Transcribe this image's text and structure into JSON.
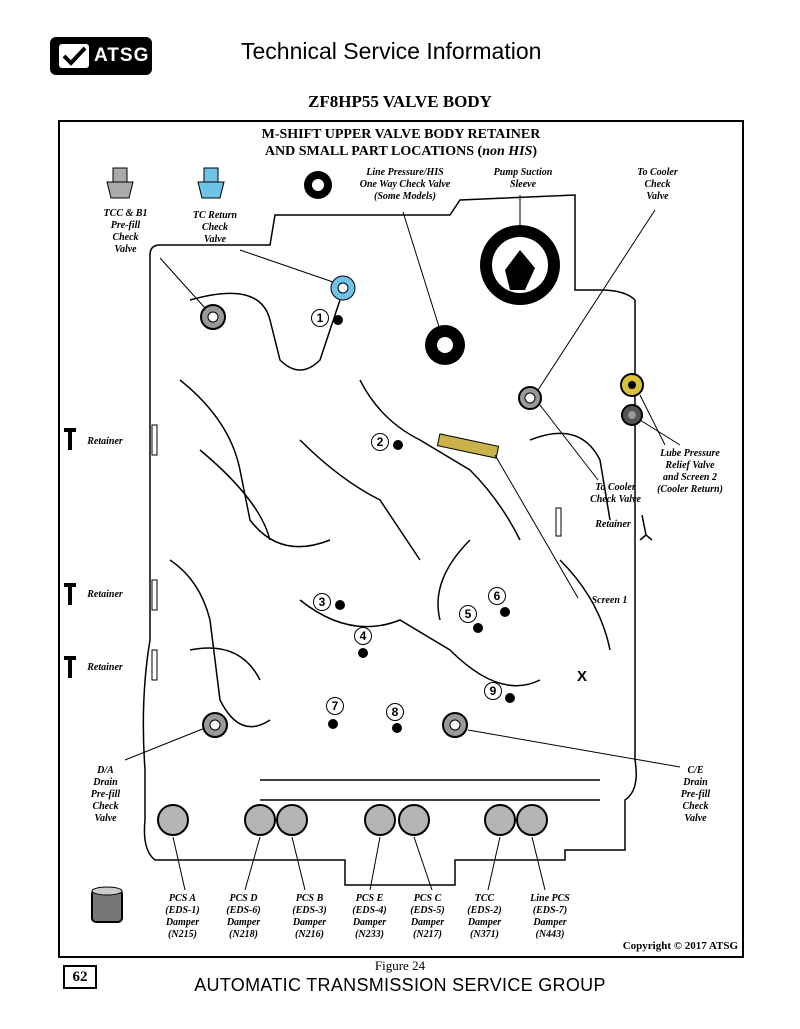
{
  "header": {
    "logo_text": "ATSG",
    "title": "Technical Service Information"
  },
  "document": {
    "title": "ZF8HP55 VALVE BODY"
  },
  "diagram": {
    "title_line1": "M-SHIFT UPPER VALVE BODY RETAINER",
    "title_line2_prefix": "AND SMALL PART LOCATIONS (",
    "title_line2_italic": "non HIS",
    "title_line2_suffix": ")",
    "labels": {
      "tcc_b1": "TCC & B1\nPre-fill\nCheck\nValve",
      "tc_return": "TC Return\nCheck\nValve",
      "line_pressure_his": "Line Pressure/HIS\nOne Way Check Valve\n(Some Models)",
      "pump_suction": "Pump Suction\nSleeve",
      "to_cooler_top": "To Cooler\nCheck\nValve",
      "lube_pressure": "Lube Pressure\nRelief Valve\nand Screen 2\n(Cooler Return)",
      "to_cooler_mid": "To Cooler\nCheck Valve",
      "retainer_right": "Retainer",
      "retainer_left_1": "Retainer",
      "retainer_left_2": "Retainer",
      "retainer_left_3": "Retainer",
      "screen_1": "Screen 1",
      "da_drain": "D/A\nDrain\nPre-fill\nCheck\nValve",
      "ce_check": "C/E\nDrain\nPre-fill\nCheck\nValve",
      "x_mark": "X"
    },
    "check_ball_numbers": [
      "1",
      "2",
      "3",
      "4",
      "5",
      "6",
      "7",
      "8",
      "9"
    ],
    "dampers": [
      "PCS A\n(EDS-1)\nDamper\n(N215)",
      "PCS D\n(EDS-6)\nDamper\n(N218)",
      "PCS B\n(EDS-3)\nDamper\n(N216)",
      "PCS E\n(EDS-4)\nDamper\n(N233)",
      "PCS C\n(EDS-5)\nDamper\n(N217)",
      "TCC\n(EDS-2)\nDamper\n(N371)",
      "Line PCS\n(EDS-7)\nDamper\n(N443)"
    ],
    "copyright": "Copyright © 2017 ATSG",
    "colors": {
      "tc_return_valve": "#6ec3e6",
      "lube_relief_valve": "#d8c23a",
      "screen_1": "#c9b24a",
      "damper_fill": "#b5b5b5",
      "part_gray": "#999999"
    }
  },
  "footer": {
    "figure_caption": "Figure 24",
    "page_number": "62",
    "organization": "AUTOMATIC TRANSMISSION SERVICE GROUP"
  }
}
